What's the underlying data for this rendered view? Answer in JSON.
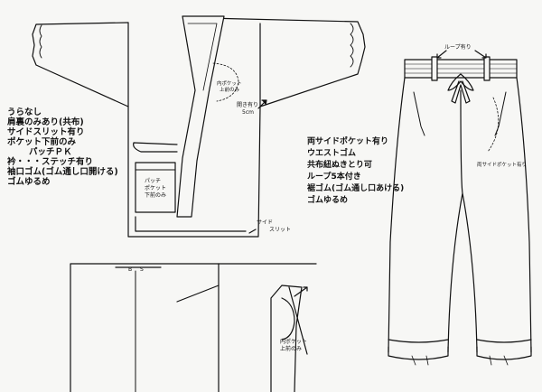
{
  "jacket": {
    "notes": [
      "うらなし",
      "肩裏のみあり(共布)",
      "サイドスリット有り",
      "ポケット下前のみ",
      "パッチＰＫ",
      "衿・・・ステッチ有り",
      "袖口ゴム(ゴム通し口開ける)",
      "ゴムゆるめ"
    ],
    "inner_pocket_label": [
      "内ポケット",
      "上前のみ"
    ],
    "opening_label": [
      "開き有り",
      "5cm"
    ],
    "patch_pocket_label": [
      "パッチ",
      "ポケット",
      "下前のみ"
    ],
    "side_slit_label": [
      "サイド",
      "スリット"
    ]
  },
  "back_view": {
    "marks": [
      "B",
      "S"
    ]
  },
  "detail": {
    "inner_pocket_label": [
      "内ポケット",
      "上前のみ"
    ]
  },
  "pants": {
    "notes": [
      "両サイドポケット有り",
      "ウエストゴム",
      "共布紐ぬきとり可",
      "ループ5本付き",
      "裾ゴム(ゴム通し口あける)",
      "ゴムゆるめ"
    ],
    "loop_label": "ループ有り",
    "side_pocket_label": "両サイドポケット有り"
  }
}
